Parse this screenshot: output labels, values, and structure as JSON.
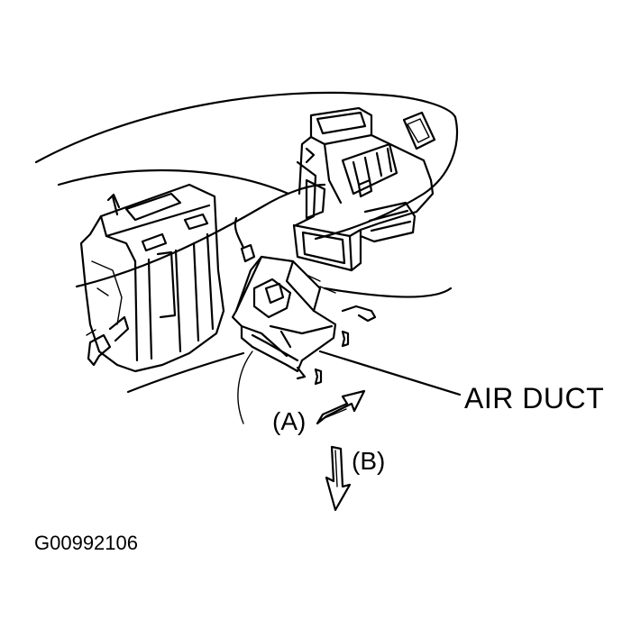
{
  "labels": {
    "air_duct": "AIR DUCT",
    "view_a": "(A)",
    "view_b": "(B)",
    "figure_code": "G00992106"
  },
  "colors": {
    "ink": "#000000",
    "paper": "#ffffff"
  }
}
